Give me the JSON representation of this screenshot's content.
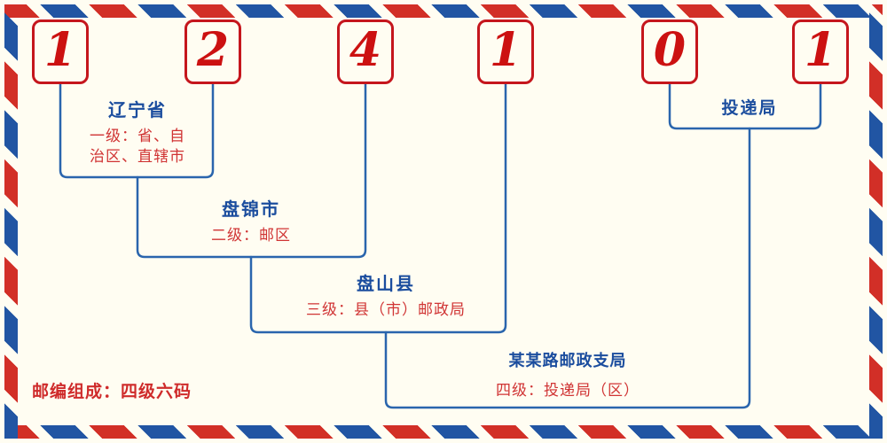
{
  "diagram": {
    "postal_code": {
      "digits": [
        "1",
        "2",
        "4",
        "1",
        "0",
        "1"
      ]
    },
    "levels": {
      "level1": {
        "name": "辽宁省",
        "desc_line1": "一级：省、自",
        "desc_line2": "治区、直辖市"
      },
      "level2": {
        "name": "盘锦市",
        "desc": "二级：邮区"
      },
      "level3": {
        "name": "盘山县",
        "desc": "三级：县（市）邮政局"
      },
      "level4": {
        "name": "某某路邮政支局",
        "desc": "四级：投递局（区）"
      },
      "delivery": {
        "name": "投递局"
      }
    },
    "footer": {
      "composition_note": "邮编组成：四级六码"
    },
    "colors": {
      "digit_red": "#cc1111",
      "box_border_red": "#c5161d",
      "name_blue": "#1b4d9e",
      "desc_red": "#d03434",
      "line_blue": "#2a65ad",
      "stripe_red": "#d22f27",
      "stripe_blue": "#2155a3",
      "background": "#fffdf2"
    }
  }
}
